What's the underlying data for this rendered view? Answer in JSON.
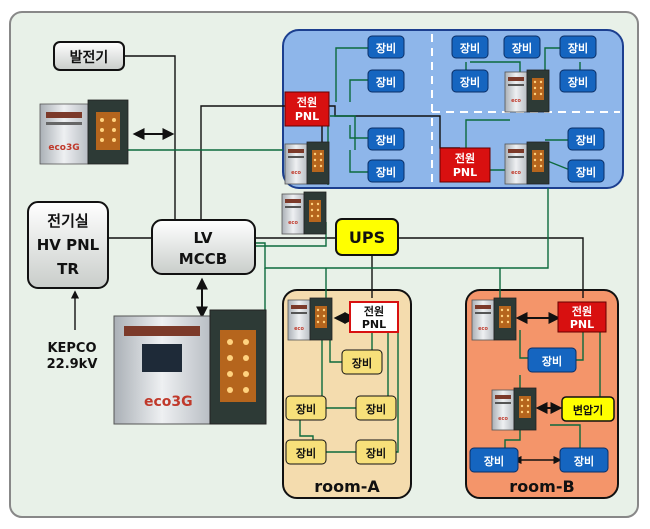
{
  "labels": {
    "generator": "발전기",
    "electrical_room": [
      "전기실",
      "HV PNL",
      "TR"
    ],
    "lv_mccb": [
      "LV",
      "MCCB"
    ],
    "ups": "UPS",
    "kepco": [
      "KEPCO",
      "22.9kV"
    ],
    "power_panel": [
      "전원",
      "PNL"
    ],
    "equipment": "장비",
    "transformer": "변압기",
    "room_a": "room-A",
    "room_b": "room-B",
    "product_logo": "eco3G"
  },
  "colors": {
    "background": "#e8f1e8",
    "server_area": "#8eb6ea",
    "room_a": "#f4dcae",
    "room_b": "#f4956a",
    "equipment_box": "#1565c0",
    "power_panel_red": "#d81010",
    "ups_yellow": "#ffff00",
    "line_green": "#0c6a3c",
    "line_black": "#111111"
  }
}
